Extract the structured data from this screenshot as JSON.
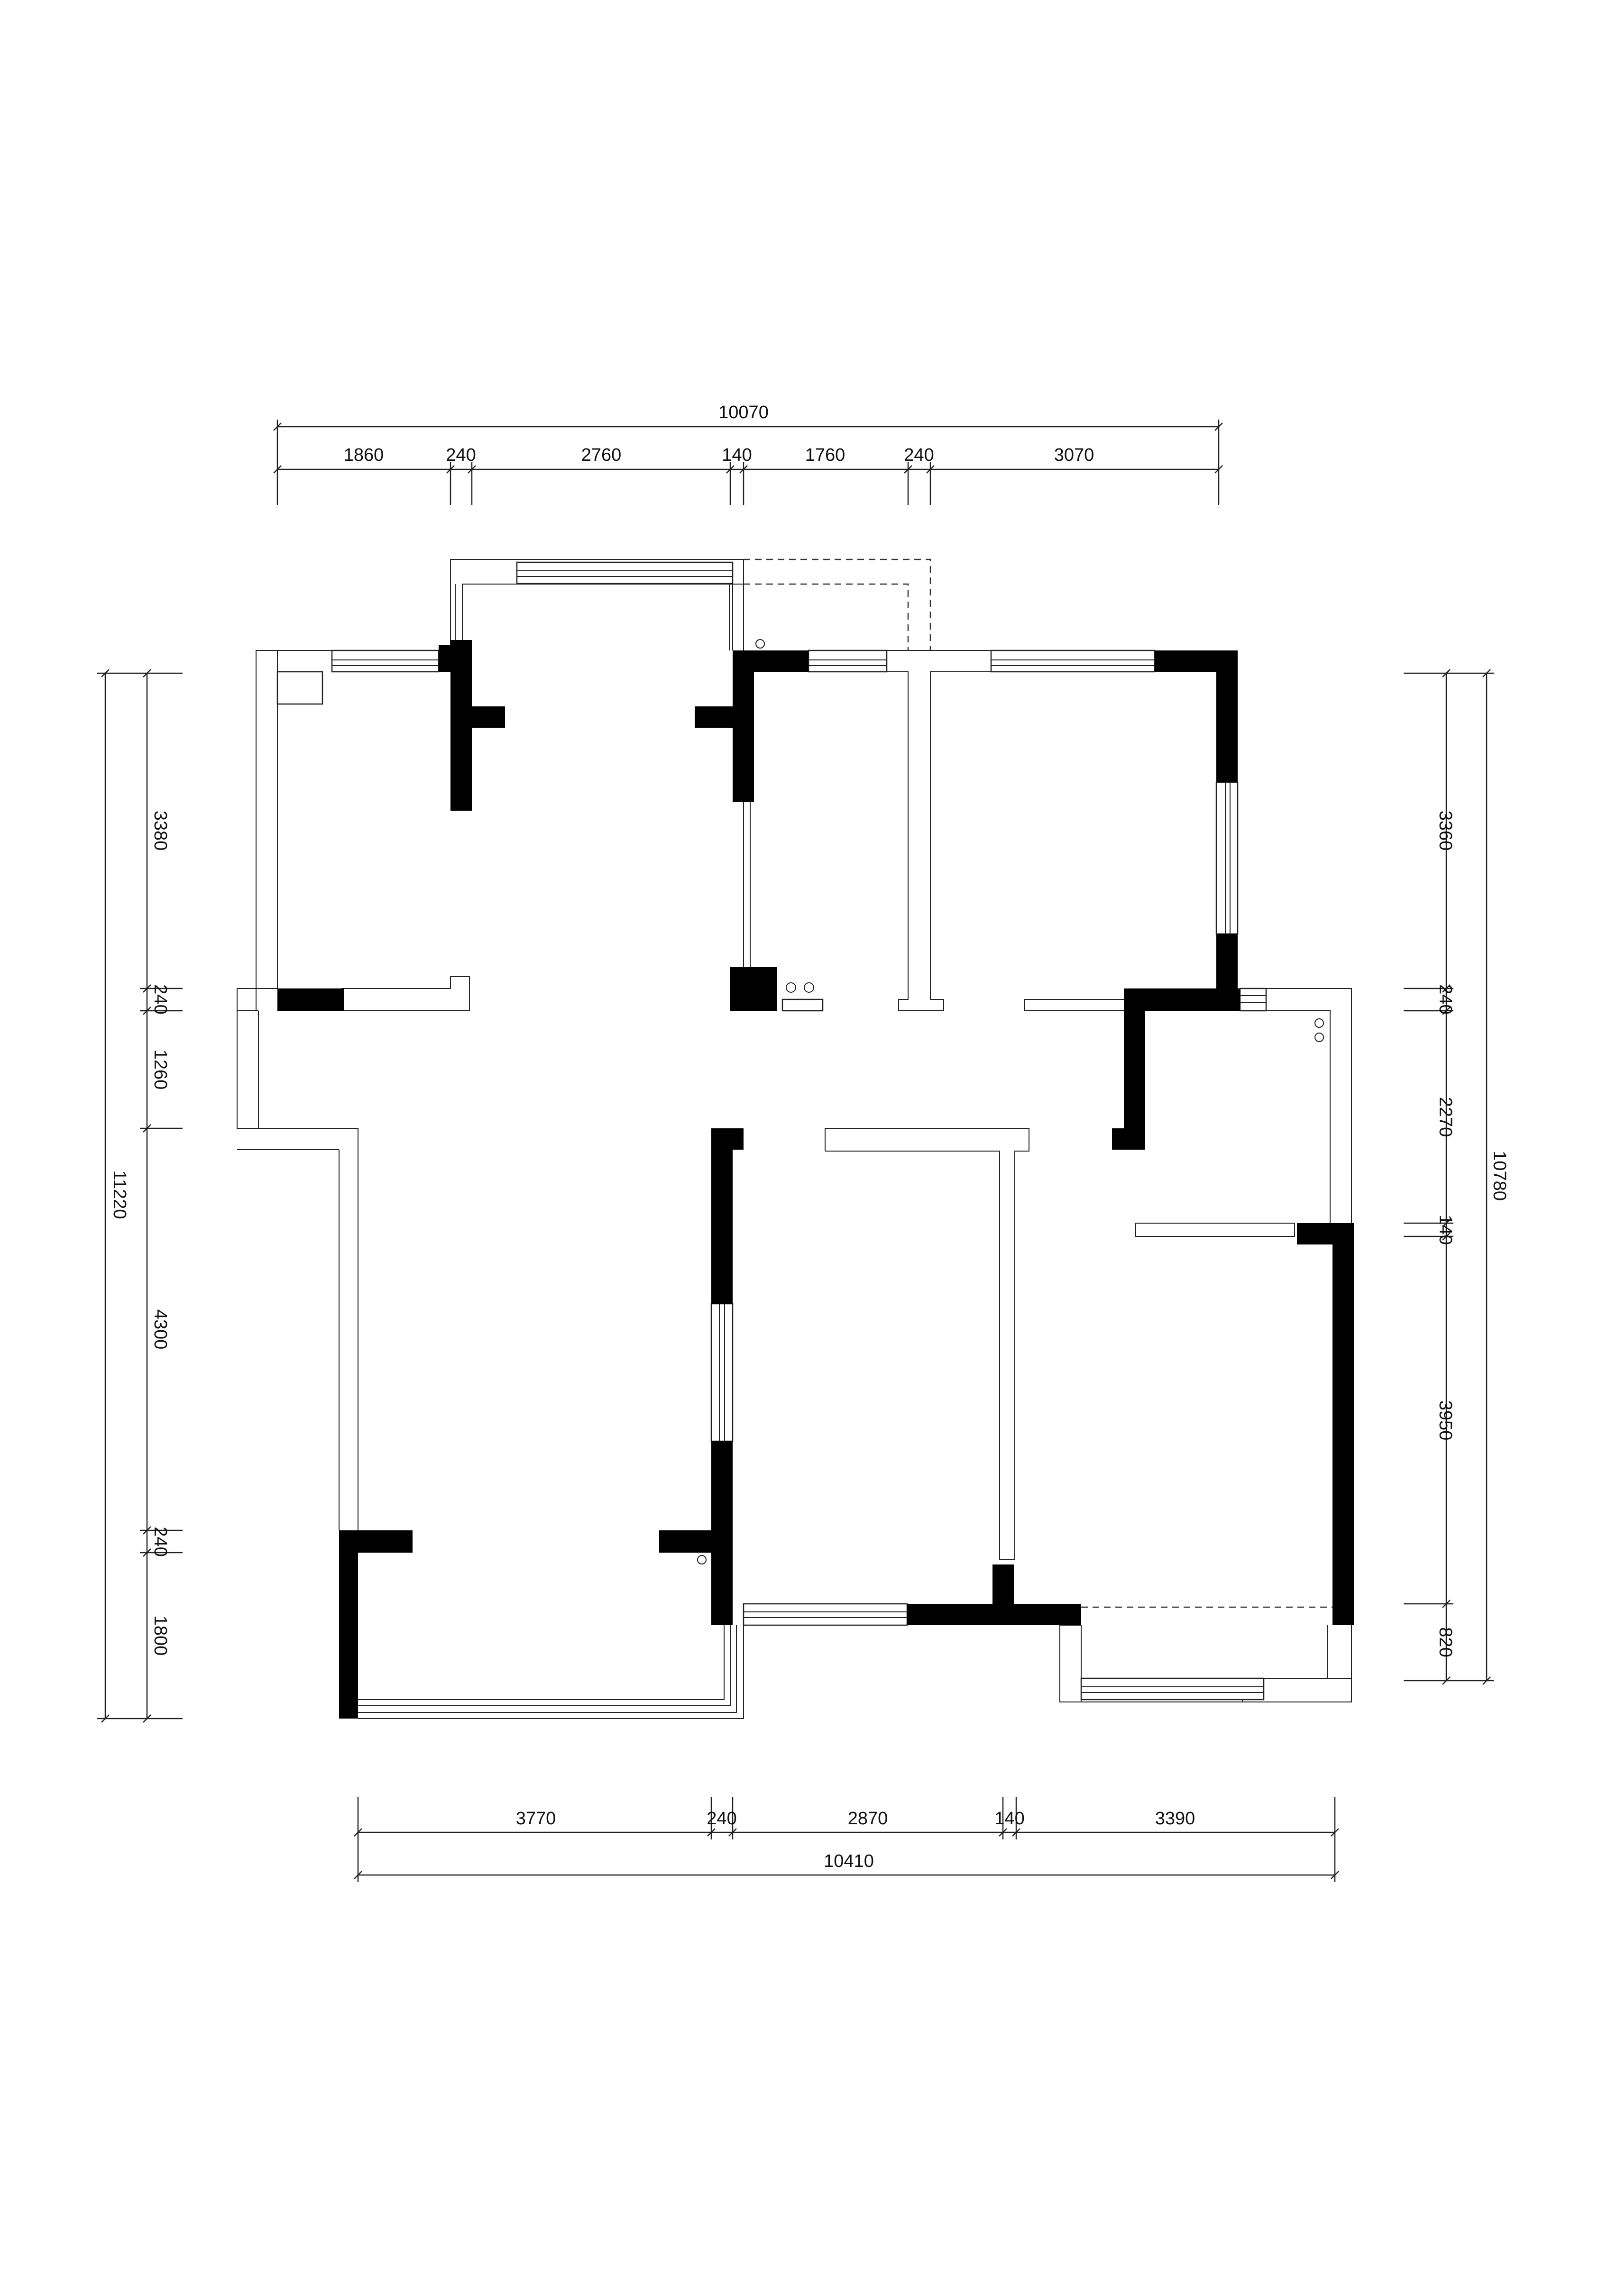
{
  "plan": {
    "dimensions": {
      "top_total": "10070",
      "top_segments": [
        "1860",
        "240",
        "2760",
        "140",
        "1760",
        "240",
        "3070"
      ],
      "left_total": "11220",
      "left_segments": [
        "3380",
        "240",
        "1260",
        "4300",
        "240",
        "1800"
      ],
      "right_total": "10780",
      "right_segments": [
        "3360",
        "240",
        "2270",
        "140",
        "3950",
        "820"
      ],
      "bottom_total": "10410",
      "bottom_segments": [
        "3770",
        "240",
        "2870",
        "140",
        "3390"
      ]
    }
  }
}
